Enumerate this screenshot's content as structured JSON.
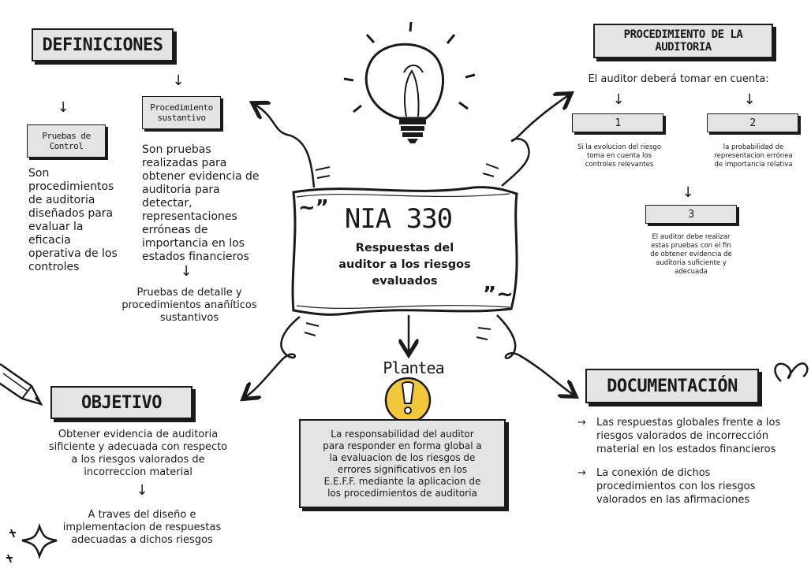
{
  "center": {
    "title": "NIA 330",
    "subtitle_line1": "Respuestas del",
    "subtitle_line2": "auditor a los riesgos",
    "subtitle_line3": "evaluados"
  },
  "definiciones": {
    "label": "DEFINICIONES",
    "control_label_1": "Pruebas de",
    "control_label_2": "Control",
    "control_text": [
      "Son",
      "procedimientos",
      "de auditoria",
      "diseñados para",
      "evaluar la",
      "eficacia",
      "operativa de los",
      "controles"
    ],
    "sustantivo_label_1": "Procedimiento",
    "sustantivo_label_2": "sustantivo",
    "sustantivo_text": [
      "Son pruebas",
      "realizadas para",
      "obtener evidencia de",
      "auditoria para",
      "detectar,",
      "representaciones",
      "erróneas de",
      "importancia en los",
      "estados financieros"
    ],
    "detalle_text": [
      "Pruebas de detalle y",
      "procedimientos anañíticos",
      "sustantivos"
    ]
  },
  "procedimiento": {
    "label_1": "PROCEDIMIENTO DE LA",
    "label_2": "AUDITORIA",
    "intro": "El auditor deberá tomar en cuenta:",
    "items": [
      {
        "num": "1",
        "text": [
          "Si la evolucion del riesgo",
          "toma en cuenta los",
          "controles relevantes"
        ]
      },
      {
        "num": "2",
        "text": [
          "la probabilidad de",
          "representacion errónea",
          "de importancia relativa"
        ]
      },
      {
        "num": "3",
        "text": [
          "El auditor debe realizar",
          "estas pruebas con el fin",
          "de obtener evidencia de",
          "auditoria suficiente y",
          "adecuada"
        ]
      }
    ]
  },
  "objetivo": {
    "label": "OBJETIVO",
    "text": [
      "Obtener evidencia de auditoria",
      "sificiente y adecuada con respecto",
      "a los riesgos valorados de",
      "incorreccion material"
    ],
    "text2": [
      "A traves del diseño e",
      "implementacion de respuestas",
      "adecuadas a dichos riesgos"
    ]
  },
  "plantea": {
    "label": "Plantea",
    "text": [
      "La responsabilidad del auditor",
      "para responder en forma global a",
      "la evaluacion de los riesgos de",
      "errores significativos en los",
      "E.E.F.F. mediante la aplicacion de",
      "los procedimientos de auditoria"
    ]
  },
  "documentacion": {
    "label": "DOCUMENTACIÓN",
    "bullets": [
      [
        "Las respuestas globales frente a los",
        "riesgos valorados de incorrección",
        "material en los estados financieros"
      ],
      [
        "La conexión de dichos",
        "procedimientos con los riesgos",
        "valorados en las afirmaciones"
      ]
    ]
  },
  "colors": {
    "ink": "#1a1a1a",
    "box": "#e4e4e4",
    "bulb_yellow": "#f2c73a"
  },
  "icons": [
    "light-bulb-icon",
    "warning-bulb-icon",
    "pencil-icon",
    "sparkle-icon",
    "arrow-down-icon",
    "arrow-right-icon"
  ]
}
